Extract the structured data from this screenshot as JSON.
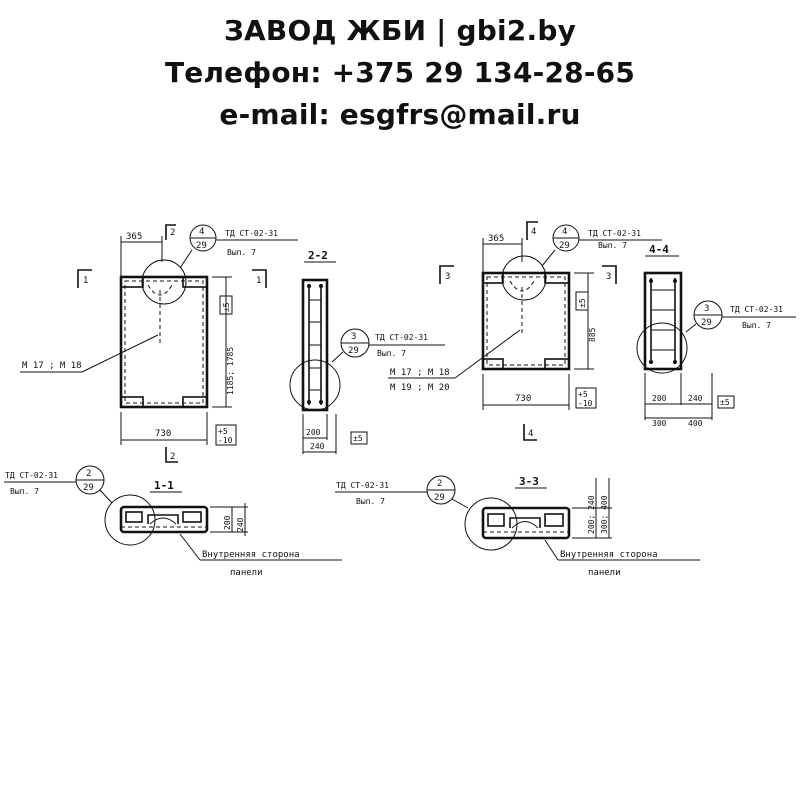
{
  "header": {
    "line1": "ЗАВОД ЖБИ | gbi2.by",
    "line2": "Телефон: +375 29 134-28-65",
    "line3": "e-mail: esgfrs@mail.ru"
  },
  "drawing": {
    "left_panel": {
      "dim_top": "365",
      "cut_top": "2",
      "cut_side_left": "1",
      "cut_side_right": "1",
      "cut_bottom": "2",
      "callout_top": {
        "num": "4",
        "den": "29",
        "ref": "ТД СТ-02-31",
        "ref2": "Вып. 7"
      },
      "dim_height": "1185; 1785",
      "tol_height": "±5",
      "dim_width": "730",
      "tol_width_plus": "+5",
      "tol_width_minus": "-10",
      "leader_label": "М 17 ; М 18"
    },
    "section_2_2": {
      "title": "2-2",
      "callout": {
        "num": "3",
        "den": "29",
        "ref": "ТД СТ-02-31",
        "ref2": "Вып. 7"
      },
      "dim_inner": "200",
      "dim_outer": "240",
      "tol": "±5"
    },
    "right_panel": {
      "dim_top": "365",
      "cut_top": "4",
      "cut_side_left": "3",
      "cut_side_right": "3",
      "cut_bottom": "4",
      "callout_top": {
        "num": "4",
        "den": "29",
        "ref": "ТД СТ-02-31",
        "ref2": "Вып. 7"
      },
      "dim_height": "885",
      "tol_height": "±5",
      "dim_width": "730",
      "tol_width_plus": "+5",
      "tol_width_minus": "-10",
      "leader_label_1": "М 17 ; М 18",
      "leader_label_2": "М 19 ; М 20"
    },
    "section_4_4": {
      "title": "4-4",
      "callout": {
        "num": "3",
        "den": "29",
        "ref": "ТД СТ-02-31",
        "ref2": "Вып. 7"
      },
      "dim_200": "200",
      "dim_240": "240",
      "dim_300": "300",
      "dim_400": "400",
      "tol": "±5"
    },
    "section_1_1": {
      "title": "1-1",
      "callout": {
        "num": "2",
        "den": "29",
        "ref": "ТД СТ-02-31",
        "ref2": "Вып. 7"
      },
      "dim_200": "200",
      "dim_240": "240",
      "note_line1": "Внутренняя сторона",
      "note_line2": "панели"
    },
    "section_3_3": {
      "title": "3-3",
      "callout": {
        "num": "2",
        "den": "29",
        "ref": "ТД СТ-02-31",
        "ref2": "Вып. 7"
      },
      "dim_left": "200; 240",
      "dim_right": "300; 400",
      "note_line1": "Внутренняя сторона",
      "note_line2": "панели"
    }
  }
}
